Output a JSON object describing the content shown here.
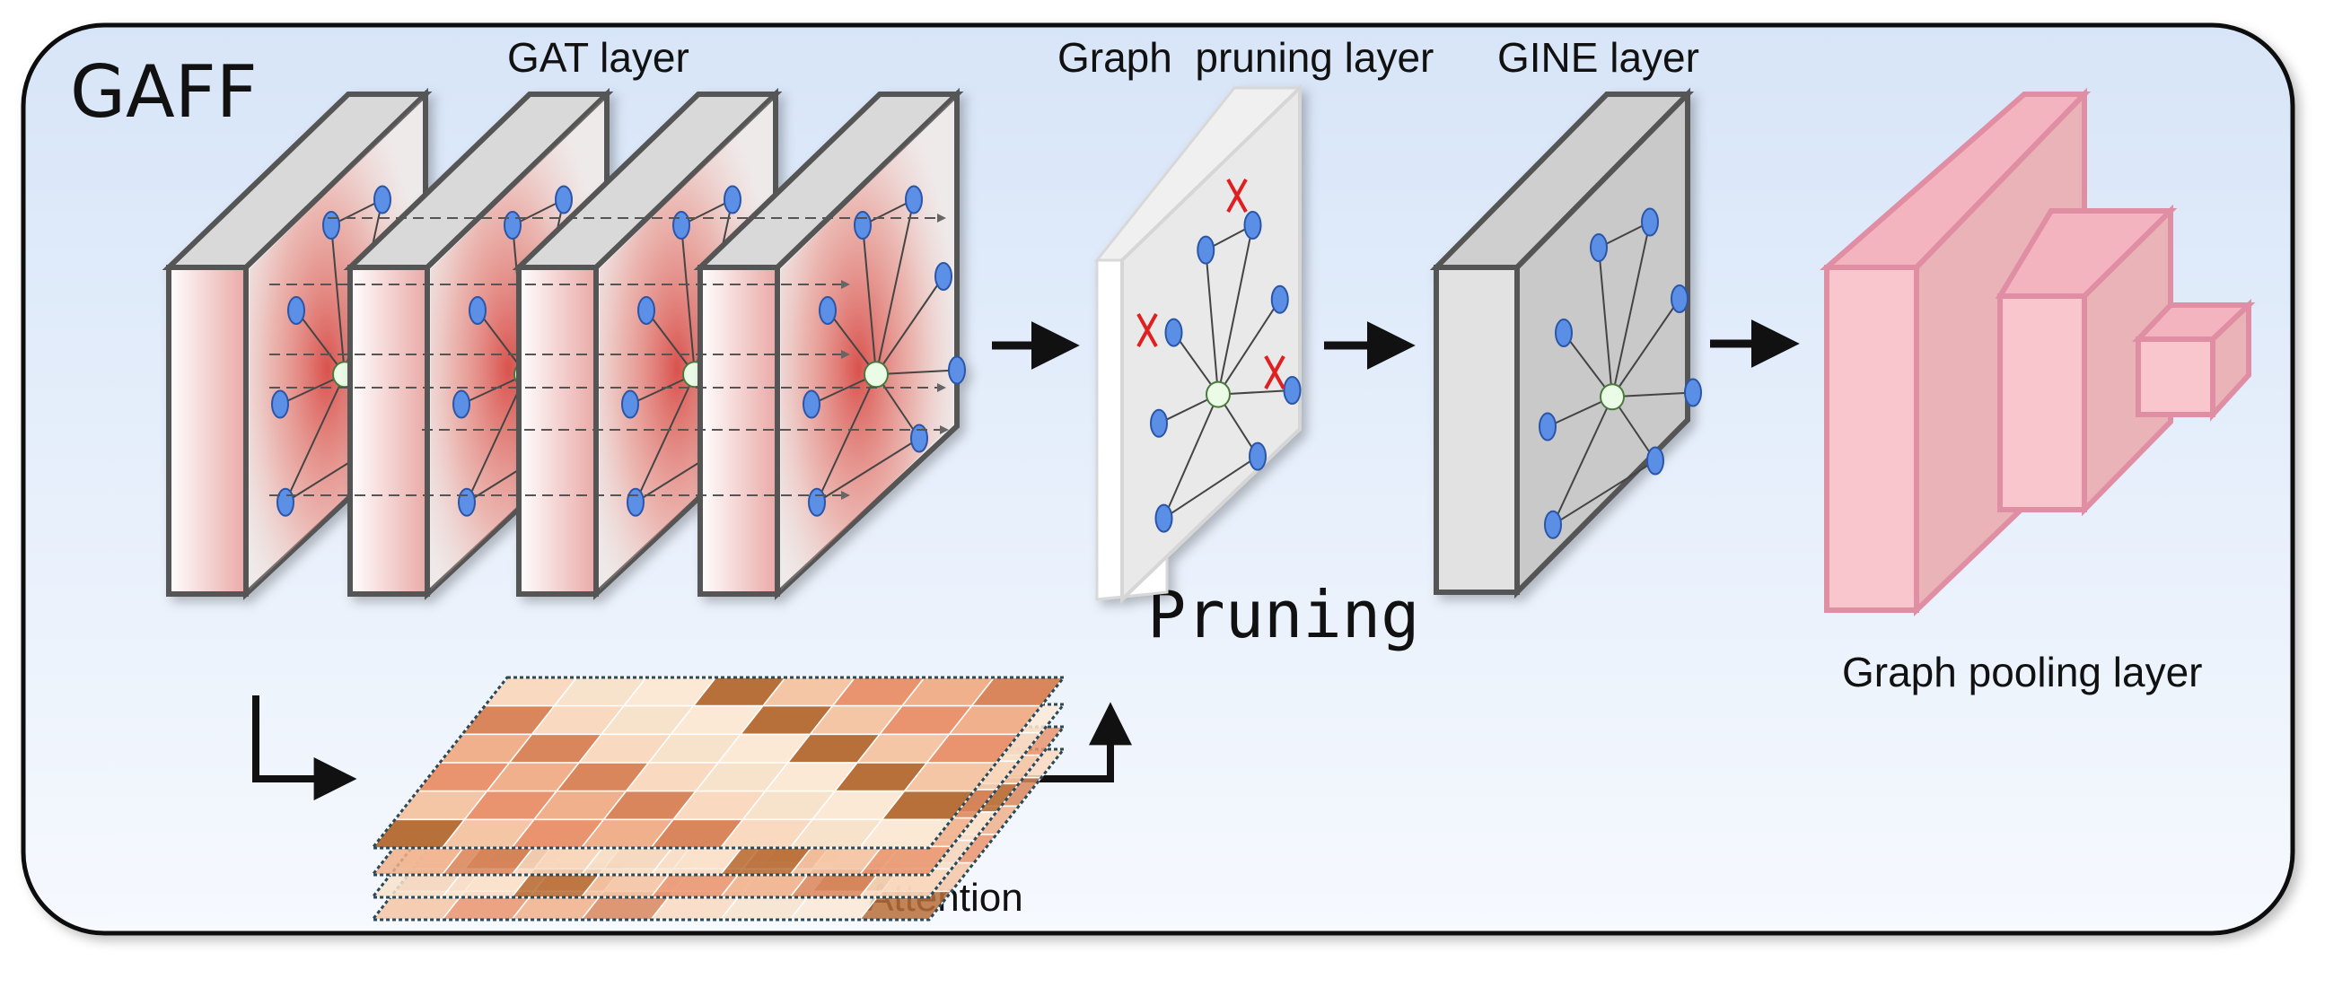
{
  "title": "GAFF",
  "labels": {
    "gat_layer": "GAT layer",
    "graph_pruning_layer": "Graph  pruning layer",
    "gine_layer": "GINE layer",
    "pruning": "Pruning",
    "graph_pooling_layer": "Graph pooling layer",
    "attention": "Attention"
  },
  "colors": {
    "background_top": "#d9e6f8",
    "background_bottom": "#f7faff",
    "panel_face": "#e8e8e8",
    "panel_side": "#f4f4f4",
    "attention_heat": "#d9534f",
    "node_blue": "#5b8fe6",
    "node_center": "#eafbe6",
    "prune_mark": "#e02020",
    "pool_pink": "#f6bcc4",
    "pool_pink_edge": "#e38fa3"
  },
  "icons": [
    "arrow-right-icon",
    "prune-x-icon",
    "elbow-arrow-icon"
  ]
}
